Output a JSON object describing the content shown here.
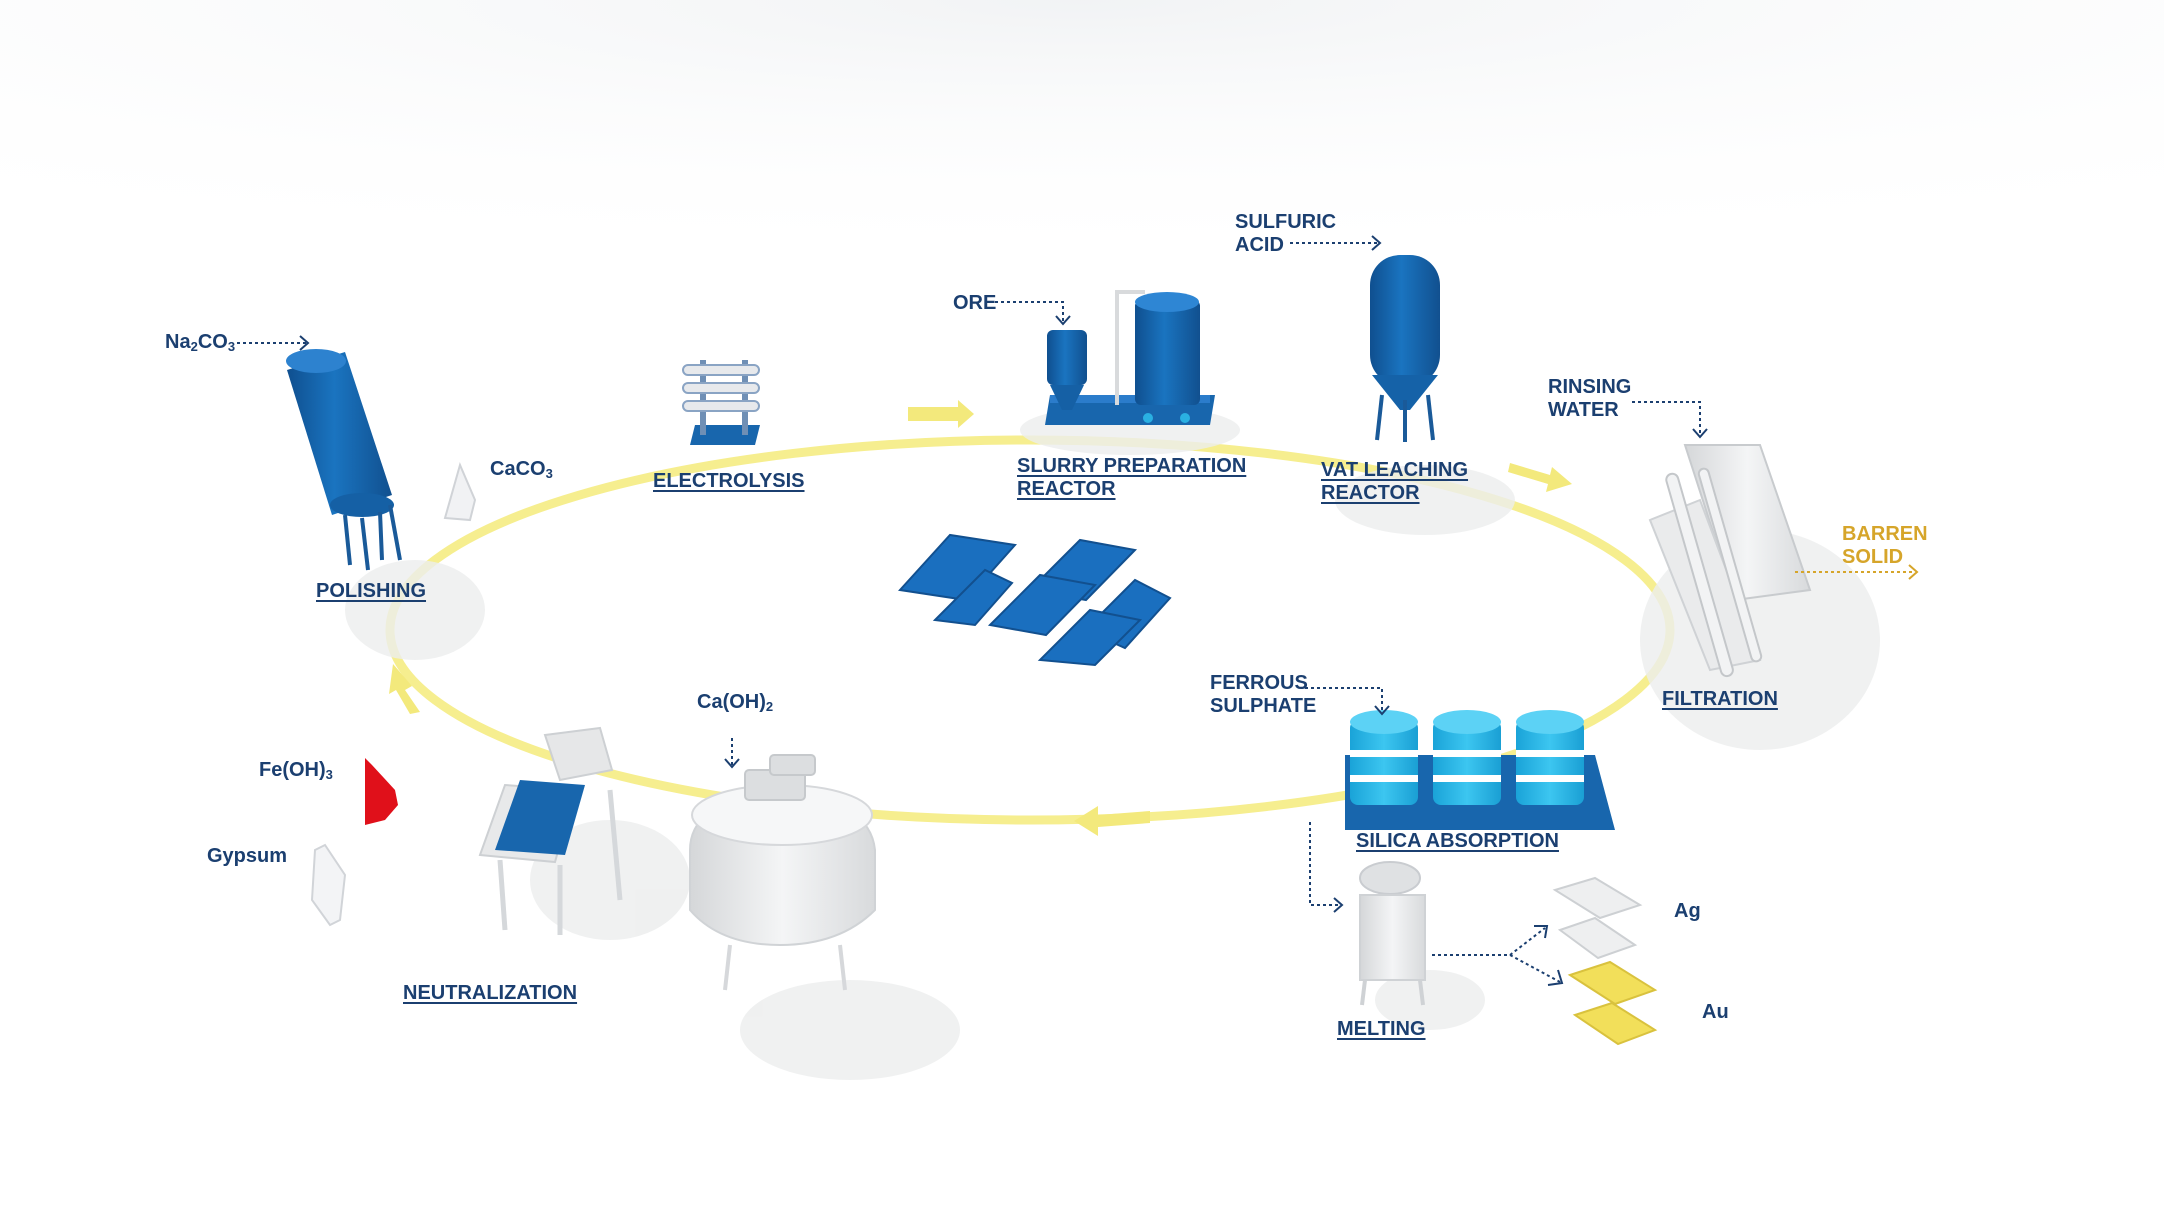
{
  "colors": {
    "label": "#1b3f70",
    "equipment_blue": "#1866ad",
    "equipment_light_blue": "#23b3e6",
    "loop_yellow": "#f6ee8f",
    "barren_gold": "#d6a52a",
    "fe_red": "#e0101a",
    "au_gold": "#f2df5a",
    "gray_equipment": "#e4e5e6"
  },
  "stations": {
    "slurry": {
      "line1": "SLURRY PREPARATION",
      "line2": "REACTOR"
    },
    "vat": {
      "line1": "VAT LEACHING",
      "line2": "REACTOR"
    },
    "filtration": "FILTRATION",
    "silica": "SILICA ABSORPTION",
    "melting": "MELTING",
    "neutralization": "NEUTRALIZATION",
    "polishing": "POLISHING",
    "electrolysis": "ELECTROLYSIS"
  },
  "inputs": {
    "ore": "ORE",
    "sulfuric": {
      "line1": "SULFURIC",
      "line2": "ACID"
    },
    "rinsing": {
      "line1": "RINSING",
      "line2": "WATER"
    },
    "ferrous": {
      "line1": "FERROUS",
      "line2": "SULPHATE"
    },
    "caoh": {
      "base": "Ca(OH)",
      "sub": "2"
    },
    "na2co3": {
      "p1": "Na",
      "s1": "2",
      "p2": "CO",
      "s2": "3"
    },
    "caco3": {
      "base": "CaCO",
      "sub": "3"
    }
  },
  "outputs": {
    "barren": {
      "line1": "BARREN",
      "line2": "SOLID"
    },
    "feoh": {
      "base": "Fe(OH)",
      "sub": "3"
    },
    "gypsum": "Gypsum",
    "ag": "Ag",
    "au": "Au"
  }
}
